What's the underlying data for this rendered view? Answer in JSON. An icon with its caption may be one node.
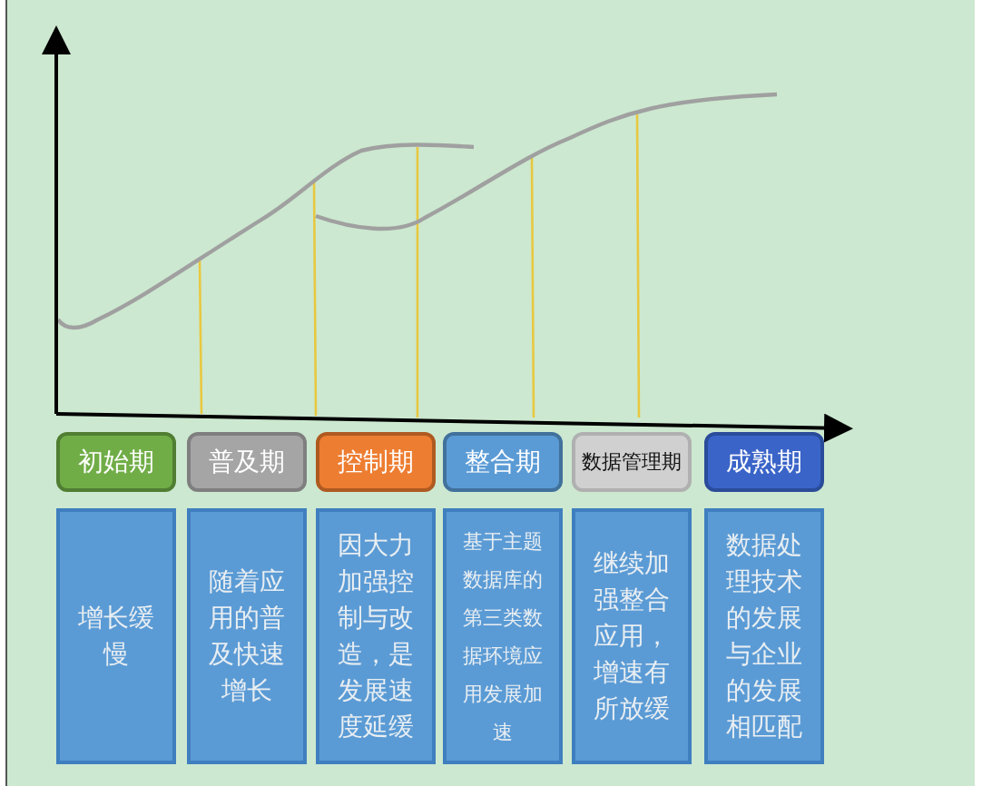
{
  "diagram": {
    "nodes": [
      {
        "text": [
          "初始期"
        ]
      },
      {
        "text": [
          "普及期"
        ]
      },
      {
        "text": [
          "控制期"
        ]
      },
      {
        "text": [
          "整合期"
        ]
      },
      {
        "text": [
          "数据管理期"
        ]
      },
      {
        "text": [
          "成熟期"
        ]
      },
      {
        "text": [
          "增长缓慢"
        ]
      },
      {
        "text": [
          "随着应用的普及快速增长"
        ]
      },
      {
        "text": [
          "因大力加强控制与改造，是发展速度延缓"
        ]
      },
      {
        "text": [
          "基于主题数据库的第三类数据环境应用发展加速"
        ]
      },
      {
        "text": [
          "继续加强整合应用，增速有所放缓"
        ]
      },
      {
        "text": [
          "数据处理技术的发展与企业的发展相匹配"
        ]
      }
    ]
  }
}
